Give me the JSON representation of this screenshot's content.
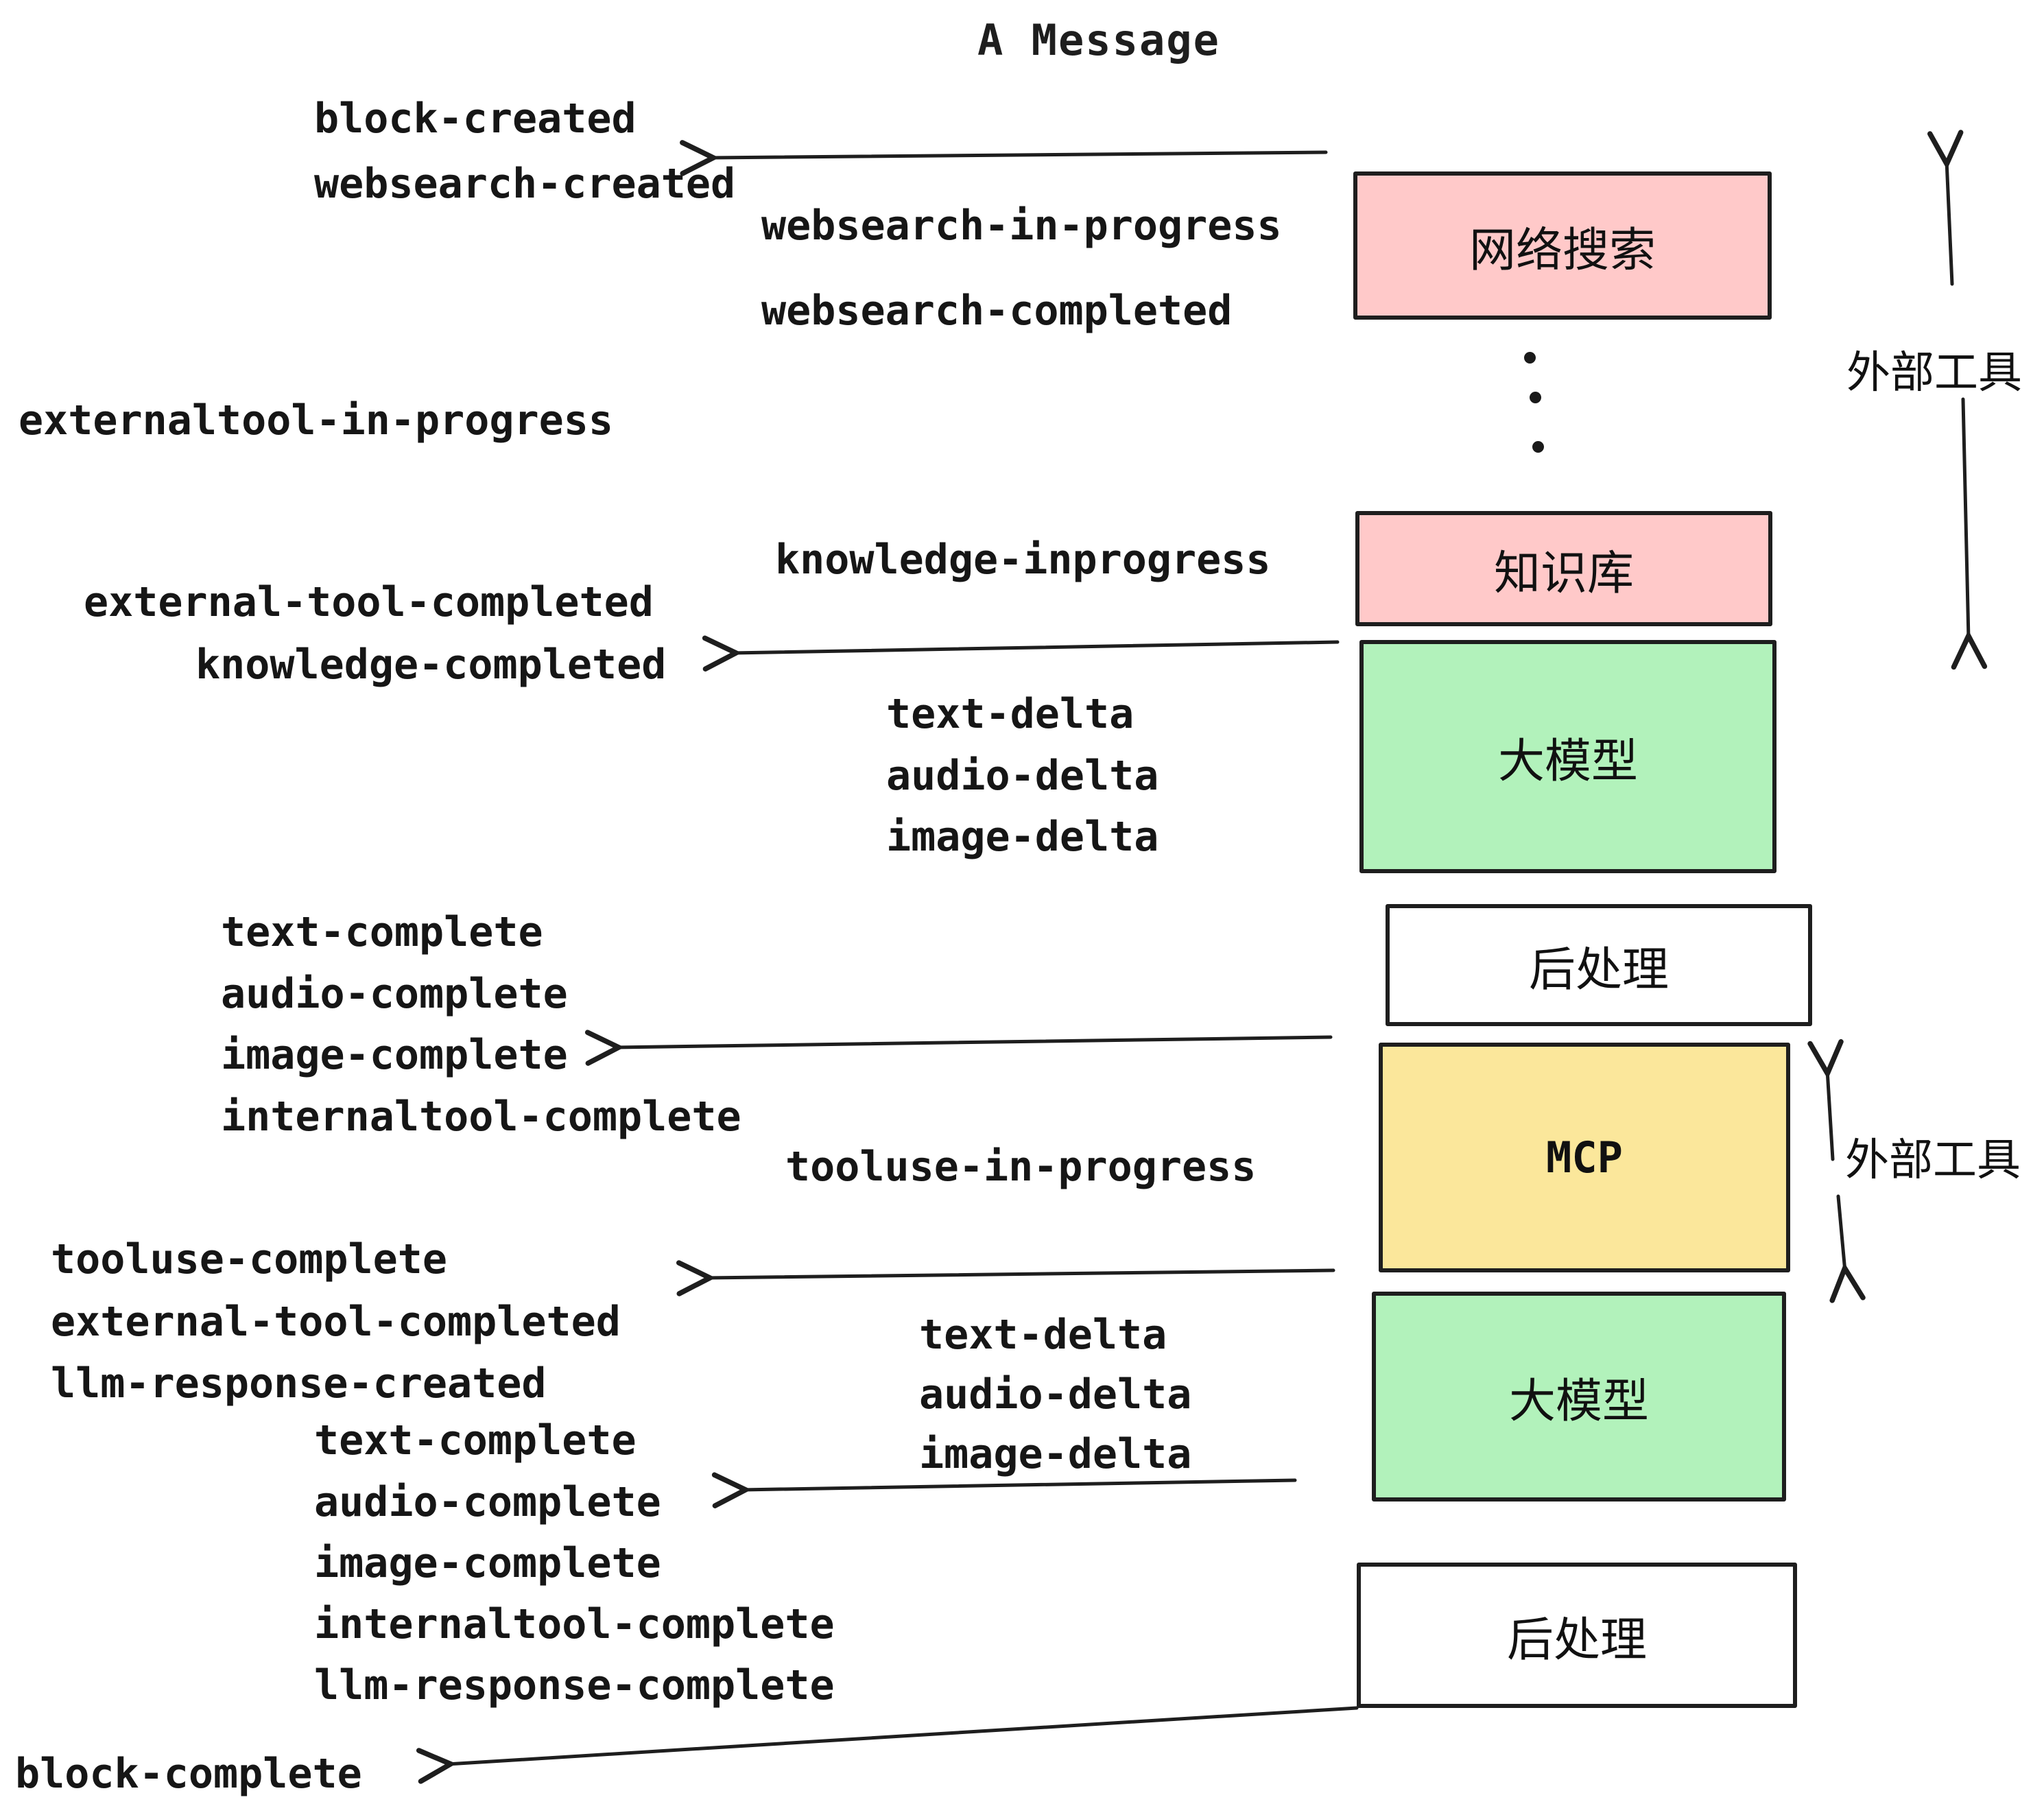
{
  "title": "A Message",
  "palette": {
    "pink": "#ffc9c9",
    "green": "#b2f2bb",
    "yellow": "#fbe79b",
    "white": "#ffffff",
    "ink": "#1e1e1e"
  },
  "boxes": {
    "websearch": "网络搜索",
    "knowledge": "知识库",
    "llm1": "大模型",
    "post1": "后处理",
    "mcp": "MCP",
    "llm2": "大模型",
    "post2": "后处理"
  },
  "side_labels": {
    "top": "外部工具",
    "mid": "外部工具"
  },
  "events": {
    "block_created": "block-created",
    "websearch_created": "websearch-created",
    "websearch_in_progress": "websearch-in-progress",
    "websearch_completed": "websearch-completed",
    "externaltool_in_progress": "externaltool-in-progress",
    "knowledge_inprogress": "knowledge-inprogress",
    "external_tool_completed_1": "external-tool-completed",
    "knowledge_completed": "knowledge-completed",
    "text_delta_1": "text-delta",
    "audio_delta_1": "audio-delta",
    "image_delta_1": "image-delta",
    "text_complete_1": "text-complete",
    "audio_complete_1": "audio-complete",
    "image_complete_1": "image-complete",
    "internaltool_complete_1": "internaltool-complete",
    "tooluse_in_progress": "tooluse-in-progress",
    "tooluse_complete": "tooluse-complete",
    "external_tool_completed_2": "external-tool-completed",
    "llm_response_created": "llm-response-created",
    "text_delta_2": "text-delta",
    "audio_delta_2": "audio-delta",
    "image_delta_2": "image-delta",
    "text_complete_2": "text-complete",
    "audio_complete_2": "audio-complete",
    "image_complete_2": "image-complete",
    "internaltool_complete_2": "internaltool-complete",
    "llm_response_complete": "llm-response-complete",
    "block_complete": "block-complete"
  }
}
